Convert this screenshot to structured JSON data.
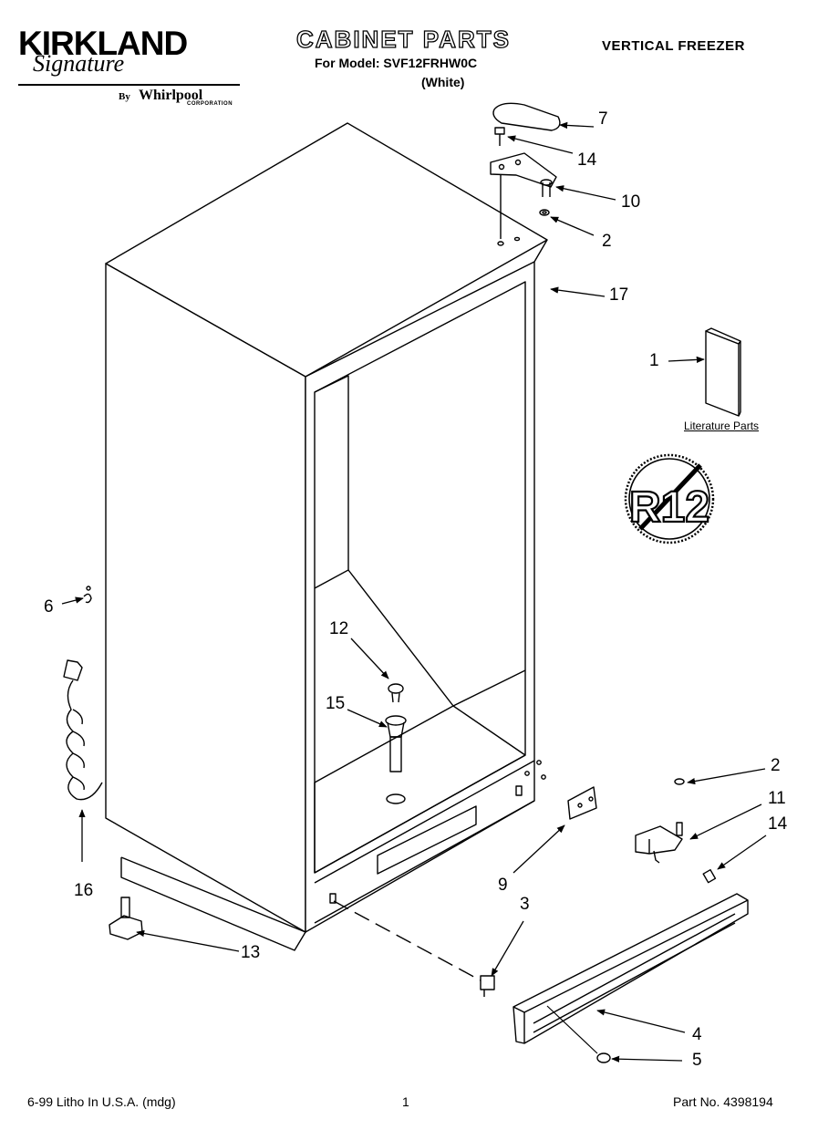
{
  "header": {
    "brand": "KIRKLAND",
    "signature": "Signature",
    "by": "By",
    "maker": "Whirlpool",
    "maker_sub": "CORPORATION",
    "title": "CABINET PARTS",
    "model": "For Model: SVF12FRHW0C",
    "color": "(White)",
    "product": "VERTICAL FREEZER"
  },
  "diagram": {
    "literature_label": "Literature Parts",
    "badge_text": "R12",
    "callouts": [
      {
        "id": "c7",
        "num": "7"
      },
      {
        "id": "c14a",
        "num": "14"
      },
      {
        "id": "c10",
        "num": "10"
      },
      {
        "id": "c2a",
        "num": "2"
      },
      {
        "id": "c17",
        "num": "17"
      },
      {
        "id": "c1",
        "num": "1"
      },
      {
        "id": "c6",
        "num": "6"
      },
      {
        "id": "c12",
        "num": "12"
      },
      {
        "id": "c15",
        "num": "15"
      },
      {
        "id": "c2b",
        "num": "2"
      },
      {
        "id": "c11",
        "num": "11"
      },
      {
        "id": "c14b",
        "num": "14"
      },
      {
        "id": "c9",
        "num": "9"
      },
      {
        "id": "c3",
        "num": "3"
      },
      {
        "id": "c16",
        "num": "16"
      },
      {
        "id": "c13",
        "num": "13"
      },
      {
        "id": "c4",
        "num": "4"
      },
      {
        "id": "c5",
        "num": "5"
      }
    ]
  },
  "footer": {
    "left": "6-99 Litho In U.S.A. (mdg)",
    "page": "1",
    "part": "Part No. 4398194"
  }
}
